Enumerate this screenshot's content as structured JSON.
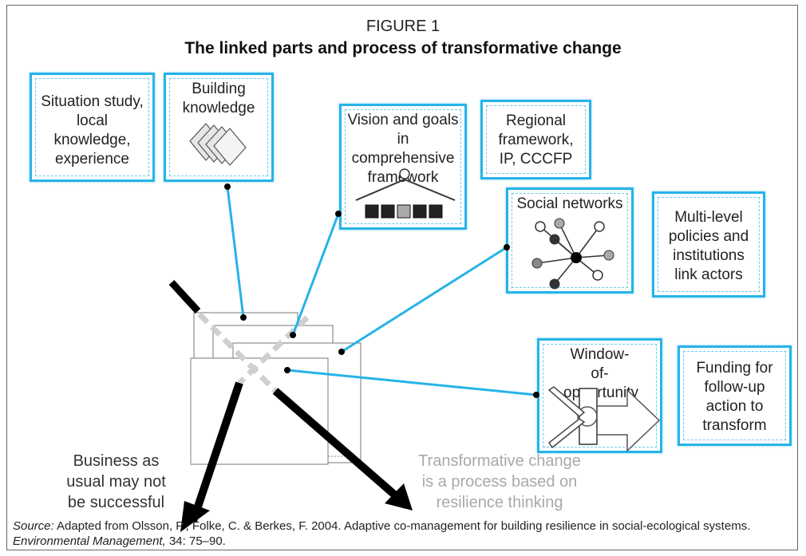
{
  "figure": {
    "label": "FIGURE 1",
    "title": "The linked parts and process of transformative change"
  },
  "boxes": {
    "situation": "Situation study, local knowledge, experience",
    "knowledge": "Building knowledge",
    "vision": "Vision and goals in comprehensive framework",
    "regional": "Regional framework, IP, CCCFP",
    "social": "Social networks",
    "multilevel": "Multi-level policies and institutions link actors",
    "window": "Window-of-opportunity",
    "funding": "Funding for follow-up action to transform"
  },
  "outcomes": {
    "business_as_usual": "Business as usual may not be successful",
    "transformative": "Transformative change is a process based on resilience thinking"
  },
  "source": {
    "prefix": "Source:",
    "text_1": "Adapted from Olsson, P., Folke, C. & Berkes, F. 2004. Adaptive co-management for building resilience in social-ecological systems.",
    "journal": "Environmental Management,",
    "text_2": "34: 75–90."
  },
  "colors": {
    "box_border": "#27b3e8",
    "connector": "#27b3e8",
    "arrow_dark": "#000000",
    "arrow_light": "#cfcfcf",
    "transformative_text": "#a9a9a9"
  }
}
